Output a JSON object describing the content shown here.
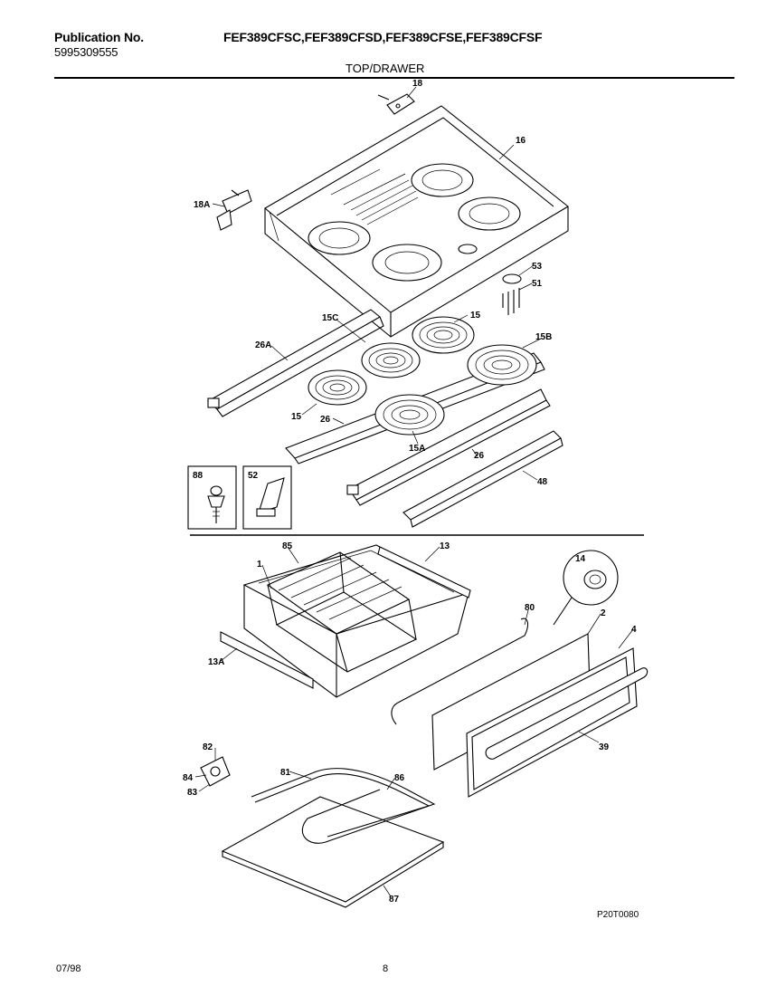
{
  "header": {
    "publication_label": "Publication No.",
    "publication_number": "5995309555",
    "models": "FEF389CFSC,FEF389CFSD,FEF389CFSE,FEF389CFSF"
  },
  "section_title": "TOP/DRAWER",
  "part_labels": {
    "p18": "18",
    "p16": "16",
    "p18A": "18A",
    "p53": "53",
    "p51": "51",
    "p15C": "15C",
    "p15_top": "15",
    "p15B": "15B",
    "p26A": "26A",
    "p15_left": "15",
    "p26_left": "26",
    "p15A": "15A",
    "p26_right": "26",
    "p48": "48",
    "p88": "88",
    "p52": "52",
    "p85": "85",
    "p13": "13",
    "p1": "1",
    "p14": "14",
    "p80": "80",
    "p2": "2",
    "p4": "4",
    "p13A": "13A",
    "p39": "39",
    "p82": "82",
    "p81": "81",
    "p86": "86",
    "p84": "84",
    "p83": "83",
    "p87": "87"
  },
  "diagram_code": "P20T0080",
  "footer": {
    "date": "07/98",
    "page": "8"
  }
}
